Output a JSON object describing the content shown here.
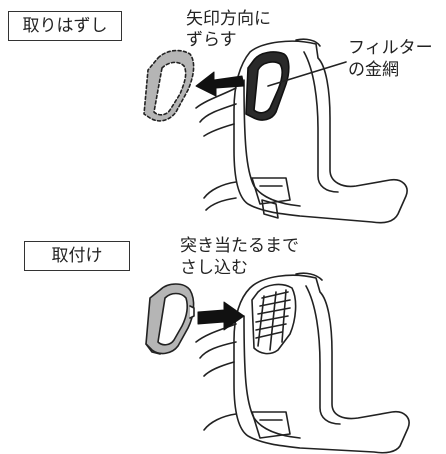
{
  "removal": {
    "label": "取りはずし",
    "instruction_line1": "矢印方向に",
    "instruction_line2": "ずらす",
    "part_line1": "フィルター",
    "part_line2": "の金網"
  },
  "install": {
    "label": "取付け",
    "instruction_line1": "突き当たるまで",
    "instruction_line2": "さし込む"
  },
  "colors": {
    "line": "#222222",
    "filter_gray": "#b5b5b5",
    "arrow": "#111111"
  }
}
